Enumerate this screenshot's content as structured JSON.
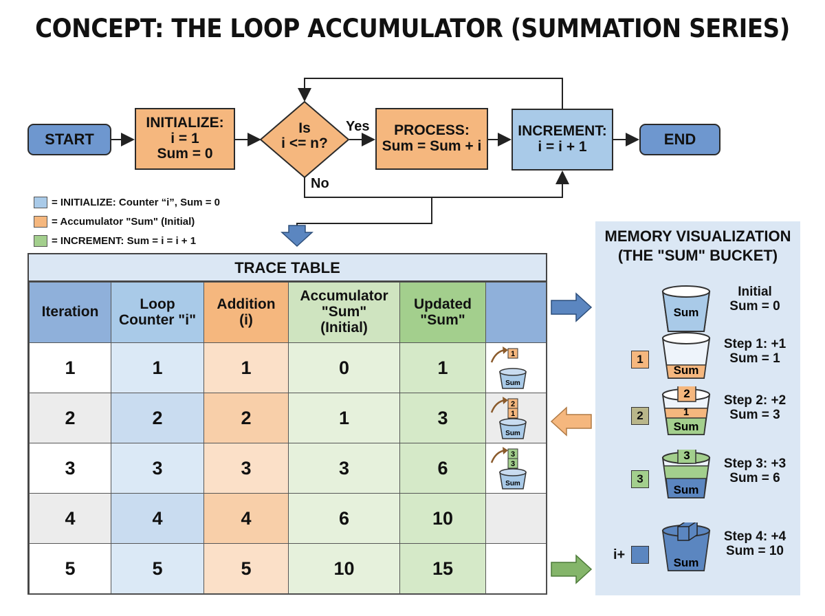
{
  "title": "CONCEPT: THE LOOP ACCUMULATOR (SUMMATION SERIES)",
  "flowchart": {
    "start": "START",
    "init_title": "INITIALIZE:",
    "init_line1": "i = 1",
    "init_line2": "Sum = 0",
    "decision_line1": "Is",
    "decision_line2": "i <= n?",
    "yes": "Yes",
    "no": "No",
    "process_title": "PROCESS:",
    "process_line": "Sum = Sum + i",
    "increment_title": "INCREMENT:",
    "increment_line": "i = i + 1",
    "end": "END"
  },
  "legend": [
    {
      "label": "= INITIALIZE: Counter “i”, Sum = 0",
      "color": "#a9cae8"
    },
    {
      "label": "= Accumulator \"Sum\" (Initial)",
      "color": "#f5b77e"
    },
    {
      "label": "= INCREMENT: Sum = i = i + 1",
      "color": "#a3cf8d"
    }
  ],
  "trace_table": {
    "title": "TRACE TABLE",
    "headers": [
      "Iteration",
      "Loop\nCounter \"i\"",
      "Addition\n(i)",
      "Accumulator\n\"Sum\"\n(Initial)",
      "Updated\n\"Sum\"",
      ""
    ],
    "rows": [
      [
        "1",
        "1",
        "1",
        "0",
        "1"
      ],
      [
        "2",
        "2",
        "2",
        "1",
        "3"
      ],
      [
        "3",
        "3",
        "3",
        "3",
        "6"
      ],
      [
        "4",
        "4",
        "4",
        "6",
        "10"
      ],
      [
        "5",
        "5",
        "5",
        "10",
        "15"
      ]
    ],
    "bucket_label": "Sum",
    "mini_blocks": [
      [
        "1"
      ],
      [
        "2",
        "1"
      ],
      [
        "3",
        "3"
      ]
    ]
  },
  "memory": {
    "title_line1": "MEMORY VISUALIZATION",
    "title_line2": "(THE \"SUM\" BUCKET)",
    "bucket_label": "Sum",
    "steps": [
      {
        "line1": "Initial",
        "line2": "Sum = 0",
        "tag": ""
      },
      {
        "line1": "Step 1: +1",
        "line2": "Sum = 1",
        "tag": "1"
      },
      {
        "line1": "Step 2: +2",
        "line2": "Sum = 3",
        "tag": "2",
        "block_top": "2",
        "block_inner": "1"
      },
      {
        "line1": "Step 3: +3",
        "line2": "Sum = 6",
        "tag": "3",
        "block_top": "3"
      },
      {
        "line1": "Step 4: +4",
        "line2": "Sum = 10",
        "tag": "i+"
      }
    ]
  },
  "colors": {
    "terminal": "#6e97cf",
    "orange": "#f5b77e",
    "blue": "#a9cae8",
    "green": "#a3cf8d",
    "header_blue": "#8fb0da",
    "panel": "#dbe7f4",
    "arrow_blue": "#5b86c0",
    "arrow_orange": "#f5b77e",
    "arrow_green": "#84b56a"
  }
}
